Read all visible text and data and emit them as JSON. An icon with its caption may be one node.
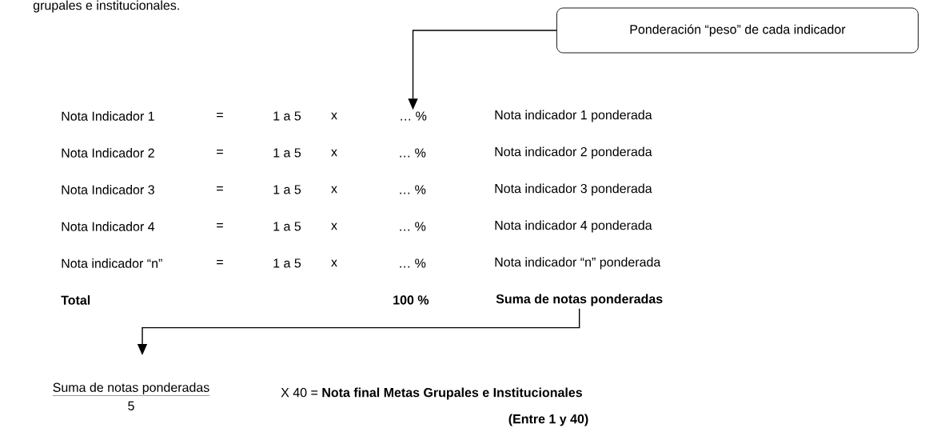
{
  "diagram": {
    "nodes": [
      {
        "text": [
          "Ponderación “peso” de cada indicador"
        ]
      },
      {
        "text": [
          "… %"
        ]
      },
      {
        "text": [
          "Suma de notas ponderadas"
        ]
      },
      {
        "text": [
          "Suma de notas ponderadas",
          "5"
        ]
      }
    ],
    "edges": [
      {
        "from": 0,
        "to": 1,
        "arrow": "to"
      },
      {
        "from": 2,
        "to": 3,
        "arrow": "to"
      }
    ],
    "labels": [
      "grupales e institucionales.",
      "Nota Indicador 1",
      "=",
      "1 a 5",
      "x",
      "Nota indicador 1 ponderada",
      "Nota Indicador 2",
      "=",
      "1 a 5",
      "x",
      "… %",
      "Nota indicador 2 ponderada",
      "Nota Indicador 3",
      "=",
      "1 a 5",
      "x",
      "… %",
      "Nota indicador 3 ponderada",
      "Nota Indicador 4",
      "=",
      "1 a 5",
      "x",
      "… %",
      "Nota indicador 4 ponderada",
      "Nota indicador “n”",
      "=",
      "1 a 5",
      "x",
      "… %",
      "Nota indicador “n” ponderada",
      "Total",
      "100 %",
      "X 40 = **Nota final Metas Grupales e Institucionales**",
      "(Entre 1 y 40)"
    ]
  }
}
